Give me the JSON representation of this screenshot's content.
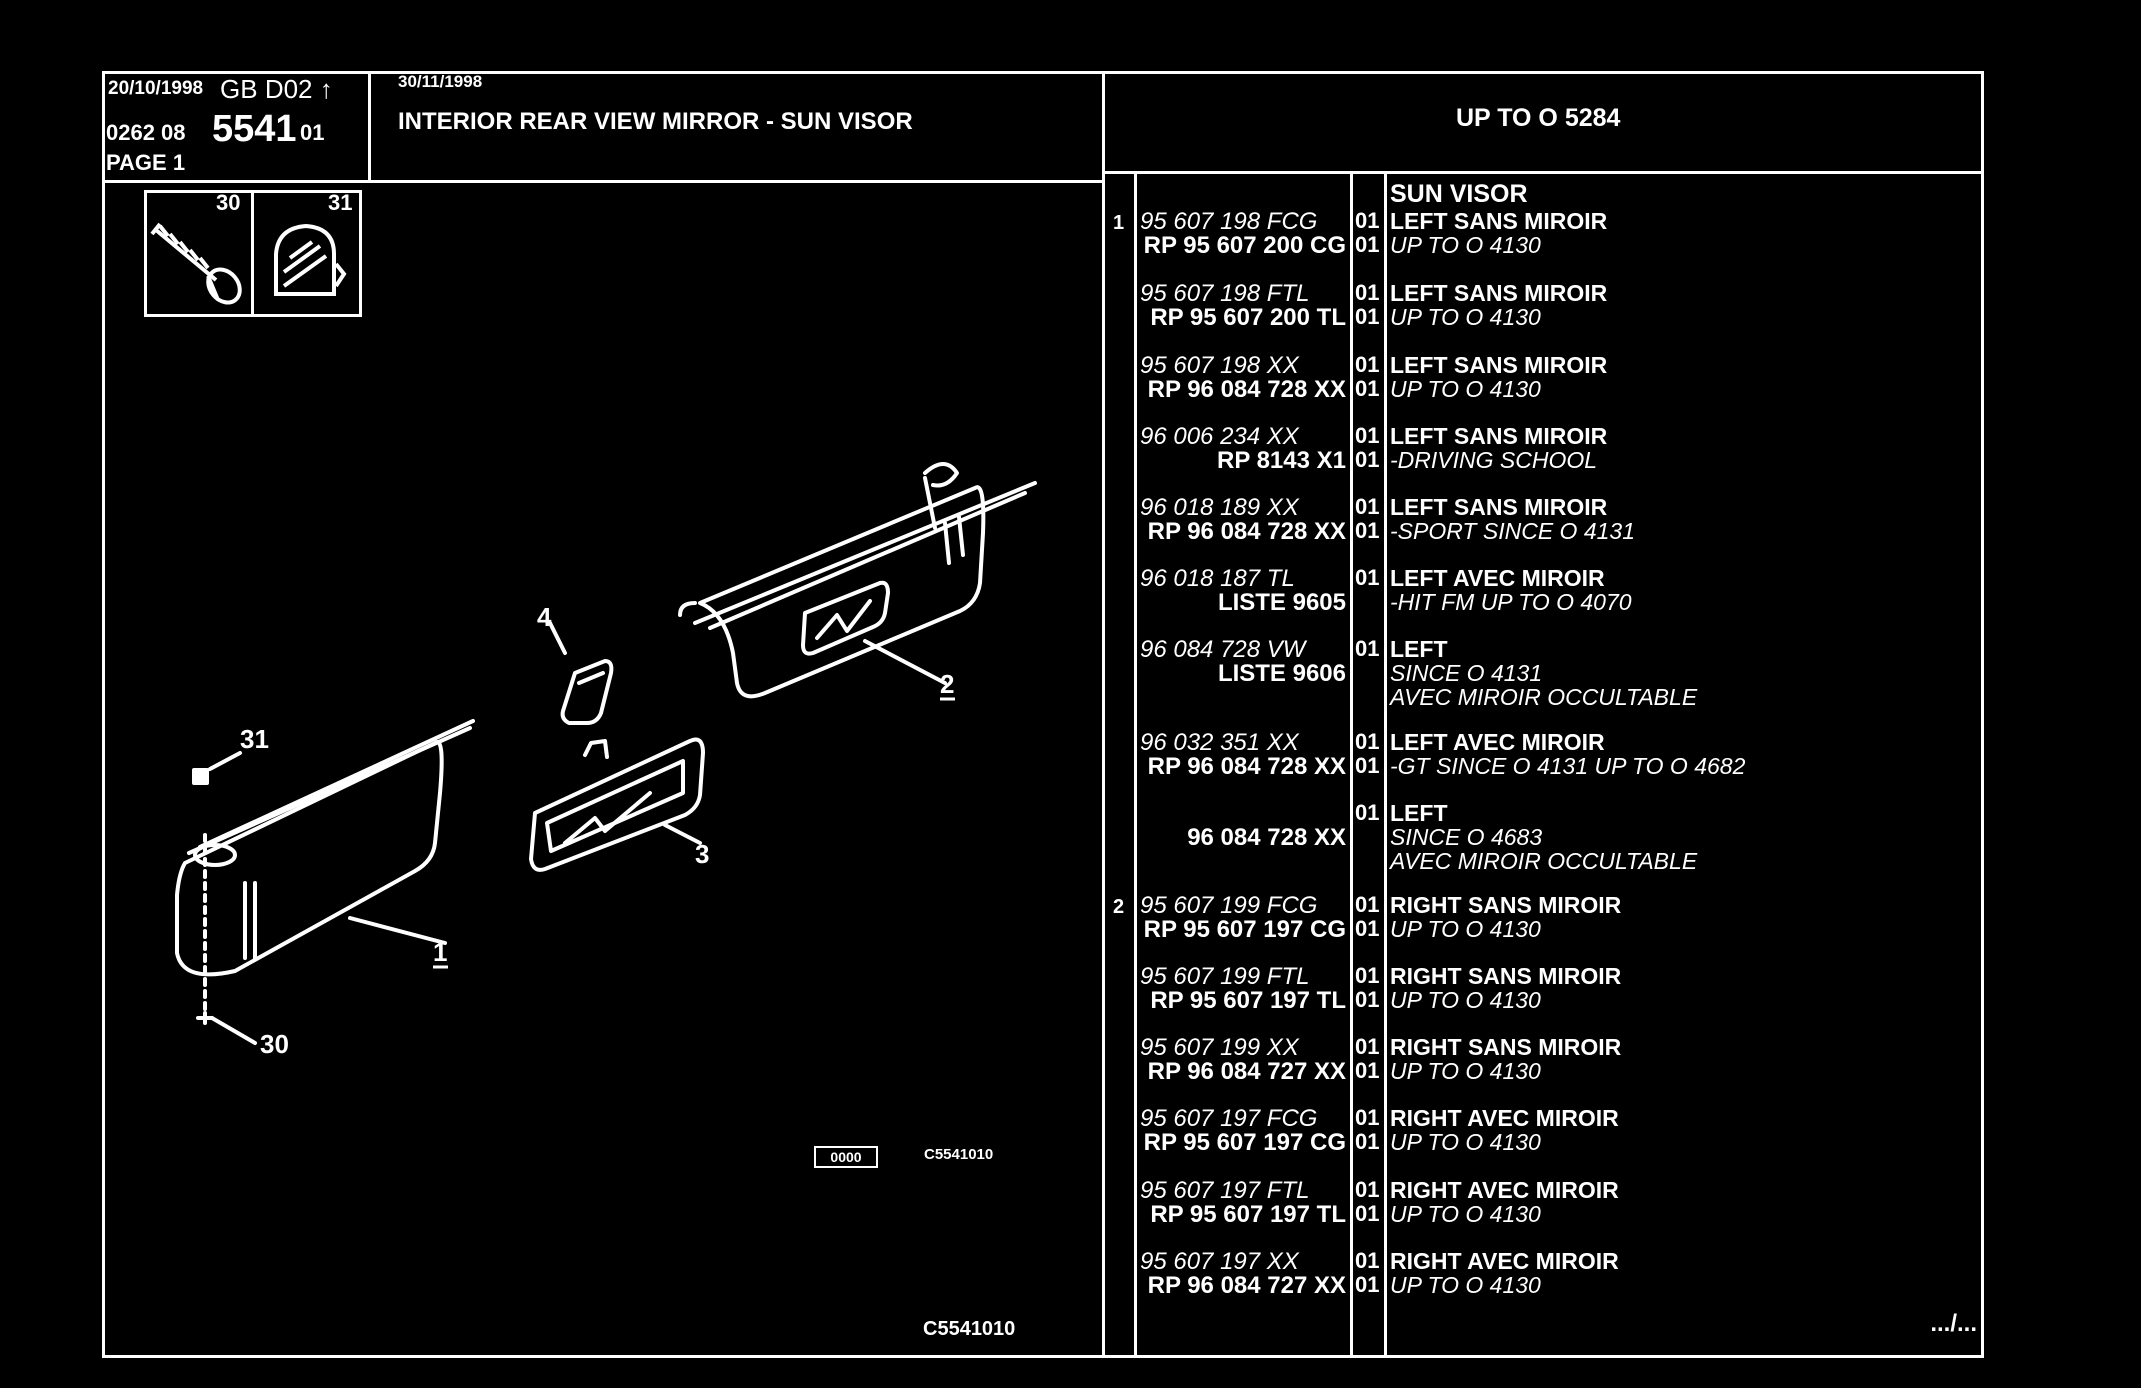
{
  "header": {
    "date": "20/10/1998",
    "market": "GB",
    "code": "D02",
    "arrow_icon": "up-arrow-icon",
    "ref_prefix": "0262  08",
    "ref_main": "5541",
    "ref_suffix": "01",
    "page": "PAGE  1",
    "date2": "30/11/1998",
    "title": "INTERIOR REAR VIEW MIRROR - SUN VISOR",
    "range": "UP  TO  O   5284"
  },
  "parts_icons": [
    {
      "number": "30",
      "icon": "screw-icon"
    },
    {
      "number": "31",
      "icon": "clip-icon"
    }
  ],
  "diagram": {
    "callouts": [
      "1",
      "2",
      "3",
      "4",
      "30",
      "31"
    ],
    "box_label": "0000",
    "code_small": "C5541010",
    "code": "C5541010"
  },
  "section": "SUN VISOR",
  "entries": [
    {
      "ref": "1",
      "pn1": "95 607 198 FCG",
      "pn2": "RP  95 607 200 CG",
      "q1": "01",
      "q2": "01",
      "d1": "LEFT SANS MIROIR",
      "d2": "UP  TO  O  4130",
      "d3": ""
    },
    {
      "ref": "",
      "pn1": "95 607 198 FTL",
      "pn2": "RP  95 607 200 TL",
      "q1": "01",
      "q2": "01",
      "d1": "LEFT SANS MIROIR",
      "d2": "UP  TO  O  4130",
      "d3": ""
    },
    {
      "ref": "",
      "pn1": "95 607 198 XX",
      "pn2": "RP  96 084 728 XX",
      "q1": "01",
      "q2": "01",
      "d1": "LEFT SANS MIROIR",
      "d2": "UP  TO  O  4130",
      "d3": ""
    },
    {
      "ref": "",
      "pn1": "96 006 234 XX",
      "pn2": "RP  8143 X1",
      "q1": "01",
      "q2": "01",
      "d1": "LEFT SANS MIROIR",
      "d2": "-DRIVING SCHOOL",
      "d3": ""
    },
    {
      "ref": "",
      "pn1": "96 018 189 XX",
      "pn2": "RP  96 084 728 XX",
      "q1": "01",
      "q2": "01",
      "d1": "LEFT SANS MIROIR",
      "d2": "-SPORT SINCE  O  4131",
      "d3": ""
    },
    {
      "ref": "",
      "pn1": "96 018 187 TL",
      "pn2": "LISTE 9605",
      "q1": "01",
      "q2": "",
      "d1": "LEFT AVEC MIROIR",
      "d2": "-HIT FM UP  TO  O  4070",
      "d3": ""
    },
    {
      "ref": "",
      "pn1": "96 084 728 VW",
      "pn2": "LISTE 9606",
      "q1": "01",
      "q2": "",
      "d1": "LEFT",
      "d2": "SINCE  O  4131",
      "d3": "AVEC MIROIR OCCULTABLE"
    },
    {
      "ref": "",
      "pn1": "96 032 351 XX",
      "pn2": "RP  96 084 728 XX",
      "q1": "01",
      "q2": "01",
      "d1": "LEFT AVEC MIROIR",
      "d2": "-GT SINCE  O  4131 UP  TO  O  4682",
      "d3": ""
    },
    {
      "ref": "",
      "pn1": "",
      "pn2": "96 084 728 XX",
      "q1": "01",
      "q2": "",
      "d1": "LEFT",
      "d2": "SINCE  O  4683",
      "d3": "AVEC MIROIR OCCULTABLE"
    },
    {
      "ref": "2",
      "pn1": "95 607 199 FCG",
      "pn2": "RP  95 607 197 CG",
      "q1": "01",
      "q2": "01",
      "d1": "RIGHT SANS MIROIR",
      "d2": "UP  TO  O  4130",
      "d3": ""
    },
    {
      "ref": "",
      "pn1": "95 607 199 FTL",
      "pn2": "RP  95 607 197 TL",
      "q1": "01",
      "q2": "01",
      "d1": "RIGHT SANS MIROIR",
      "d2": "UP  TO  O  4130",
      "d3": ""
    },
    {
      "ref": "",
      "pn1": "95 607 199 XX",
      "pn2": "RP  96 084 727 XX",
      "q1": "01",
      "q2": "01",
      "d1": "RIGHT SANS MIROIR",
      "d2": "UP  TO  O  4130",
      "d3": ""
    },
    {
      "ref": "",
      "pn1": "95 607 197 FCG",
      "pn2": "RP  95 607 197 CG",
      "q1": "01",
      "q2": "01",
      "d1": "RIGHT AVEC MIROIR",
      "d2": "UP  TO  O  4130",
      "d3": ""
    },
    {
      "ref": "",
      "pn1": "95 607 197 FTL",
      "pn2": "RP  95 607 197 TL",
      "q1": "01",
      "q2": "01",
      "d1": "RIGHT AVEC MIROIR",
      "d2": "UP  TO  O  4130",
      "d3": ""
    },
    {
      "ref": "",
      "pn1": "95 607 197 XX",
      "pn2": "RP  96 084 727 XX",
      "q1": "01",
      "q2": "01",
      "d1": "RIGHT AVEC MIROIR",
      "d2": "UP  TO  O  4130",
      "d3": ""
    }
  ],
  "footer": {
    "continued": ".../..."
  }
}
